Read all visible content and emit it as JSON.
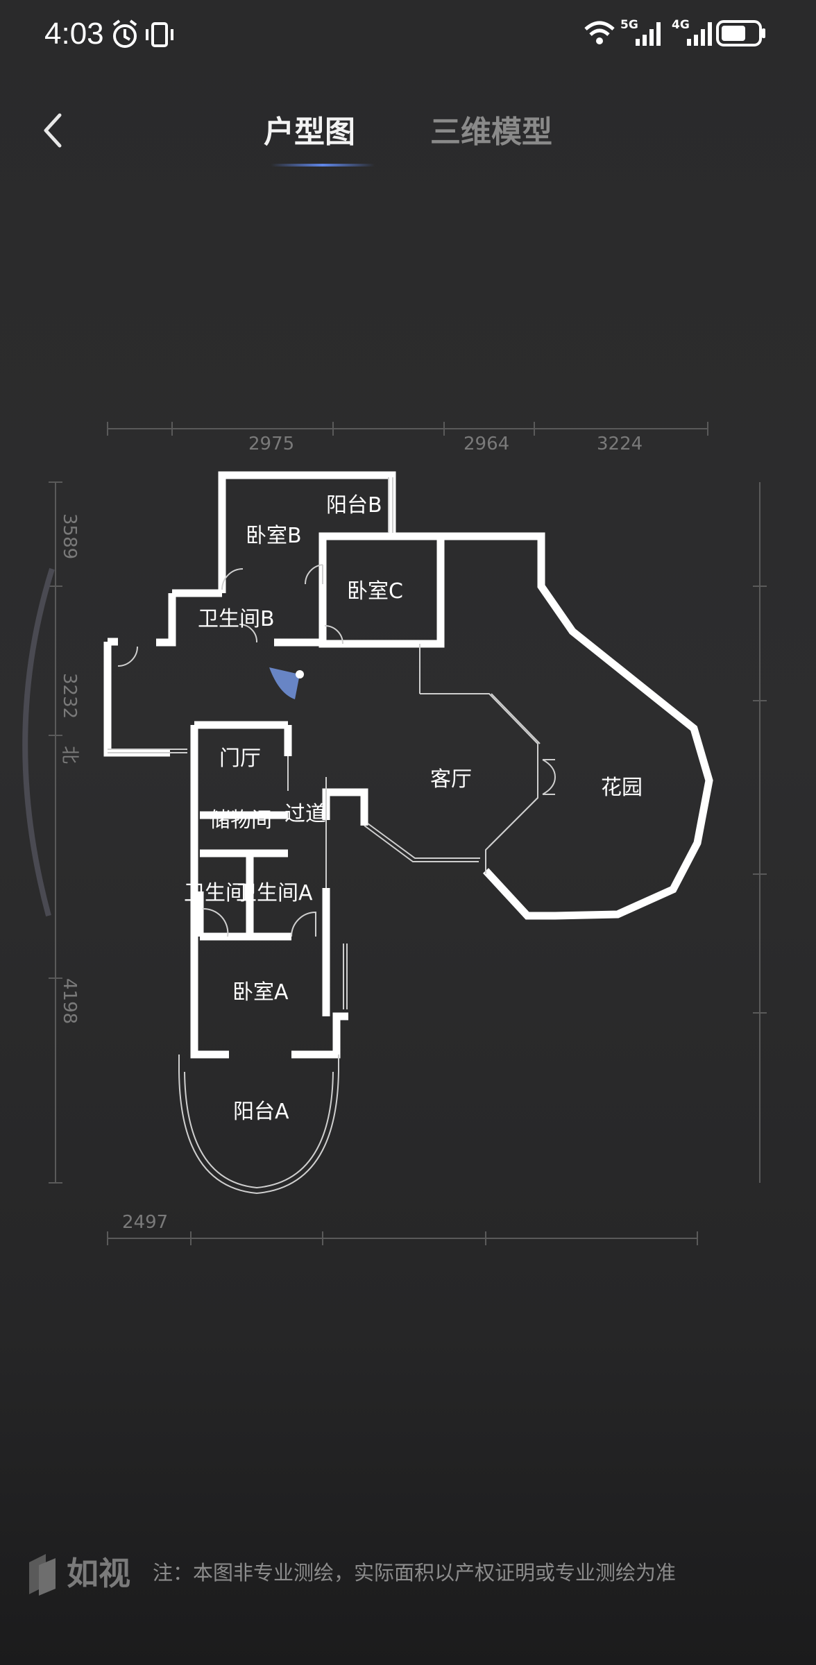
{
  "status_bar": {
    "time": "4:03",
    "network_1": "5G",
    "network_2": "4G",
    "icons": [
      "alarm-icon",
      "vibrate-icon",
      "wifi-icon",
      "signal-5g-icon",
      "signal-4g-icon",
      "battery-icon"
    ]
  },
  "nav": {
    "back_icon": "chevron-left-icon",
    "tabs": [
      {
        "label": "户型图",
        "active": true
      },
      {
        "label": "三维模型",
        "active": false
      }
    ],
    "accent_color": "#5f86e8"
  },
  "floorplan": {
    "dimensions_top": [
      "2975",
      "2964",
      "3224"
    ],
    "dimensions_left": [
      "3589",
      "3232",
      "4198"
    ],
    "dimension_bottom": "2497",
    "compass_label": "北",
    "rooms": [
      {
        "label": "阳台B"
      },
      {
        "label": "卧室B"
      },
      {
        "label": "卧室C"
      },
      {
        "label": "卫生间B"
      },
      {
        "label": "门厅"
      },
      {
        "label": "储物间"
      },
      {
        "label": "过道"
      },
      {
        "label": "客厅"
      },
      {
        "label": "花园"
      },
      {
        "label": "卫生间"
      },
      {
        "label": "卫生间A"
      },
      {
        "label": "卧室A"
      },
      {
        "label": "阳台A"
      }
    ]
  },
  "footer": {
    "logo": "如视",
    "note": "注：本图非专业测绘，实际面积以产权证明或专业测绘为准"
  }
}
